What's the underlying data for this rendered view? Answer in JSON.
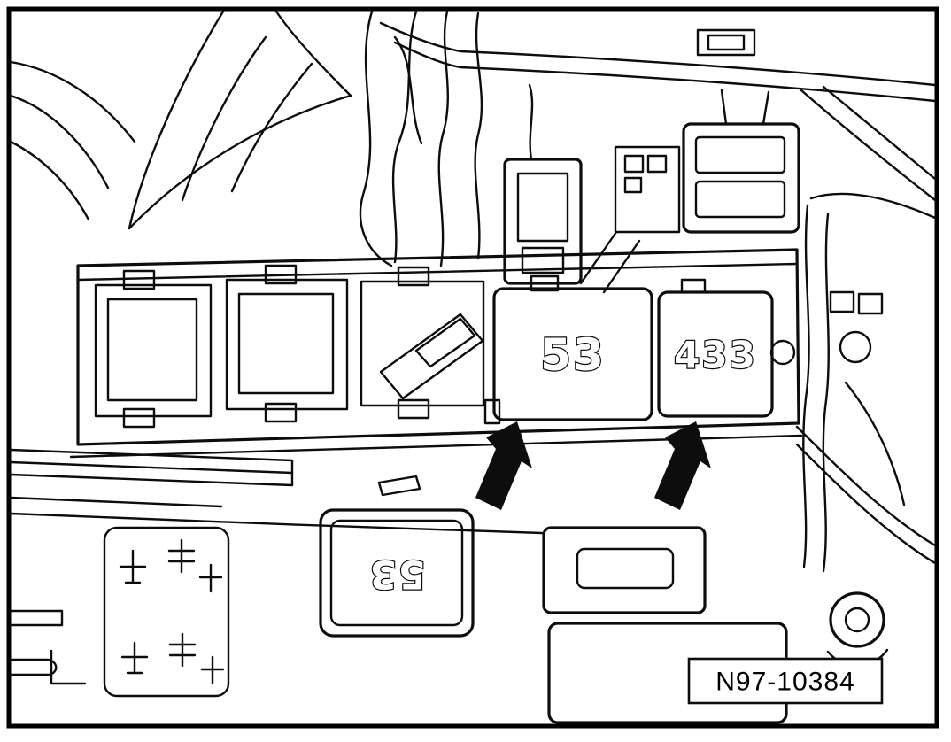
{
  "figure": {
    "reference_label": "N97-10384",
    "relay_upper_left_label": "53",
    "relay_upper_right_label": "433",
    "relay_lower_label": "53",
    "line_color": "#000000",
    "background_color": "#ffffff"
  }
}
